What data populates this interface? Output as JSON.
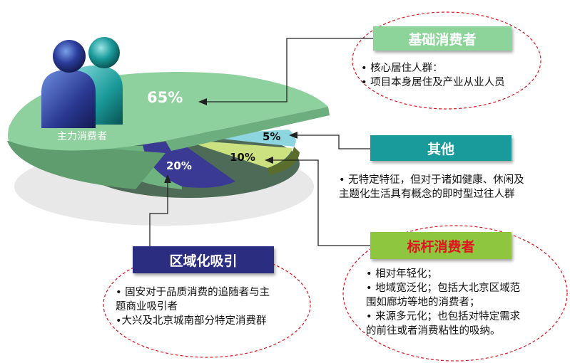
{
  "pie": {
    "main_label": "主力消费者",
    "slices": [
      {
        "label": "65%",
        "value": 65
      },
      {
        "label": "20%",
        "value": 20
      },
      {
        "label": "10%",
        "value": 10
      },
      {
        "label": "5%",
        "value": 5
      }
    ]
  },
  "sections": {
    "basic": {
      "title": "基础消费者",
      "bullets": [
        "•  核心居住人群：",
        "•  项目本身居住及产业从业人员"
      ]
    },
    "other": {
      "title": "其他",
      "bullets": [
        "• 无特定特征，但对于诸如健康、休闲及",
        "主题化生活具有概念的即时型过往人群"
      ]
    },
    "benchmark": {
      "title": "标杆消费者",
      "bullets": [
        "• 相对年轻化；",
        "• 地域宽泛化；包括大北京区域范",
        "围如廊坊等地的消费者；",
        "• 来源多元化；也包括对特定需求",
        "的前往或者消费粘性的吸纳。"
      ]
    },
    "regional": {
      "title": "区域化吸引",
      "bullets": [
        "• 固安对于品质消费的追随者与主",
        "题商业吸引者",
        "•大兴及北京城南部分特定消费群"
      ]
    }
  },
  "colors": {
    "green_slice": "#8fd19e",
    "navy_slice": "#3a3a94",
    "lime_slice": "#cce17f",
    "cyan_slice": "#8dd6e0",
    "basic_title_bg": "#8dd49a",
    "other_title_bg": "#1a9b9b",
    "benchmark_title_bg": "#8ec63f",
    "benchmark_title_text": "#e0141e",
    "regional_title_bg": "#2b2d80",
    "dashed_ellipse": "#e0141e"
  },
  "icons": [
    "people-icon"
  ]
}
